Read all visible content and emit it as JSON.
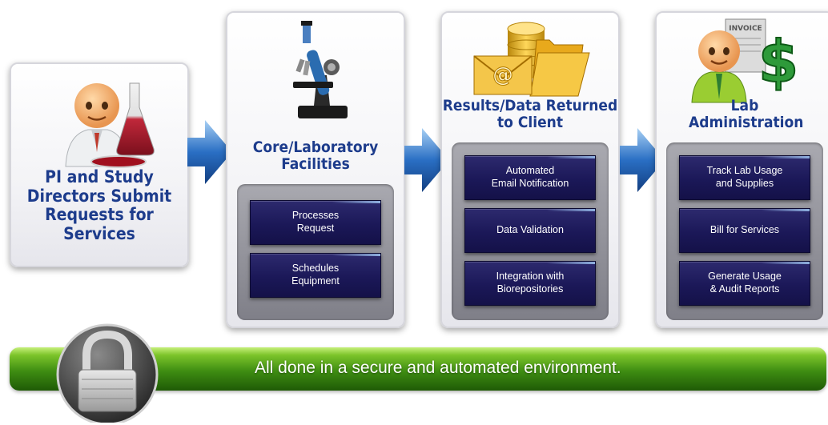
{
  "steps": [
    {
      "title": "PI and Study Directors Submit Requests for Services",
      "icon": "scientist-icon"
    },
    {
      "title": "Core/Laboratory Facilities",
      "icon": "microscope-icon",
      "tasks": [
        "Processes\nRequest",
        "Schedules\nEquipment"
      ]
    },
    {
      "title": "Results/Data Returned to Client",
      "icon": "email-database-folder-icon",
      "tasks": [
        "Automated\nEmail Notification",
        "Data Validation",
        "Integration with\nBiorepositories"
      ]
    },
    {
      "title": "Lab Administration",
      "icon": "invoice-dollar-icon",
      "tasks": [
        "Track Lab Usage\nand Supplies",
        "Bill for Services",
        "Generate Usage\n& Audit Reports"
      ]
    }
  ],
  "invoice_label": "INVOICE",
  "dollar_symbol": "$",
  "email_symbol": "@",
  "footer": {
    "text": "All done in a secure and automated environment.",
    "icon": "padlock-icon"
  },
  "colors": {
    "title": "#1d3c8c",
    "task_bg": "#1b1858",
    "banner_green": "#3e8d12",
    "arrow_blue": "#2a6fc4"
  }
}
